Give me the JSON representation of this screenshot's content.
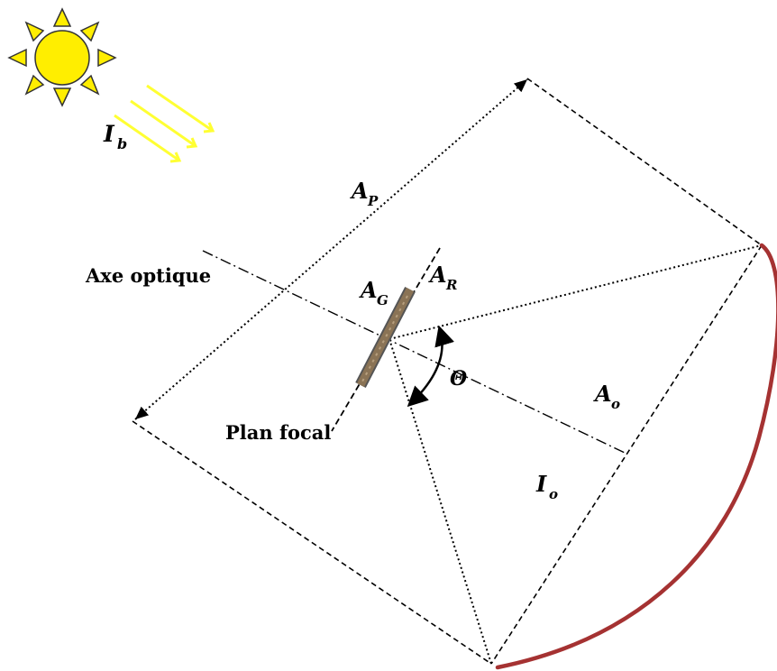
{
  "labels": {
    "axe_optique": "Axe optique",
    "plan_focal": "Plan focal"
  },
  "symbols": {
    "ib": {
      "base": "I",
      "sub": "b"
    },
    "ap": {
      "base": "A",
      "sub": "P"
    },
    "ag": {
      "base": "A",
      "sub": "G"
    },
    "ar": {
      "base": "A",
      "sub": "R"
    },
    "ao": {
      "base": "A",
      "sub": "o"
    },
    "io": {
      "base": "I",
      "sub": "o"
    },
    "theta": "Θ"
  },
  "colors": {
    "sun_fill": "#ffee00",
    "sun_stroke": "#333333",
    "rays": "#ffff33",
    "mirror_arc": "#a53232",
    "receiver": "#8a7355",
    "lines": "#000000"
  },
  "icons": {
    "sun": "sun-icon"
  }
}
